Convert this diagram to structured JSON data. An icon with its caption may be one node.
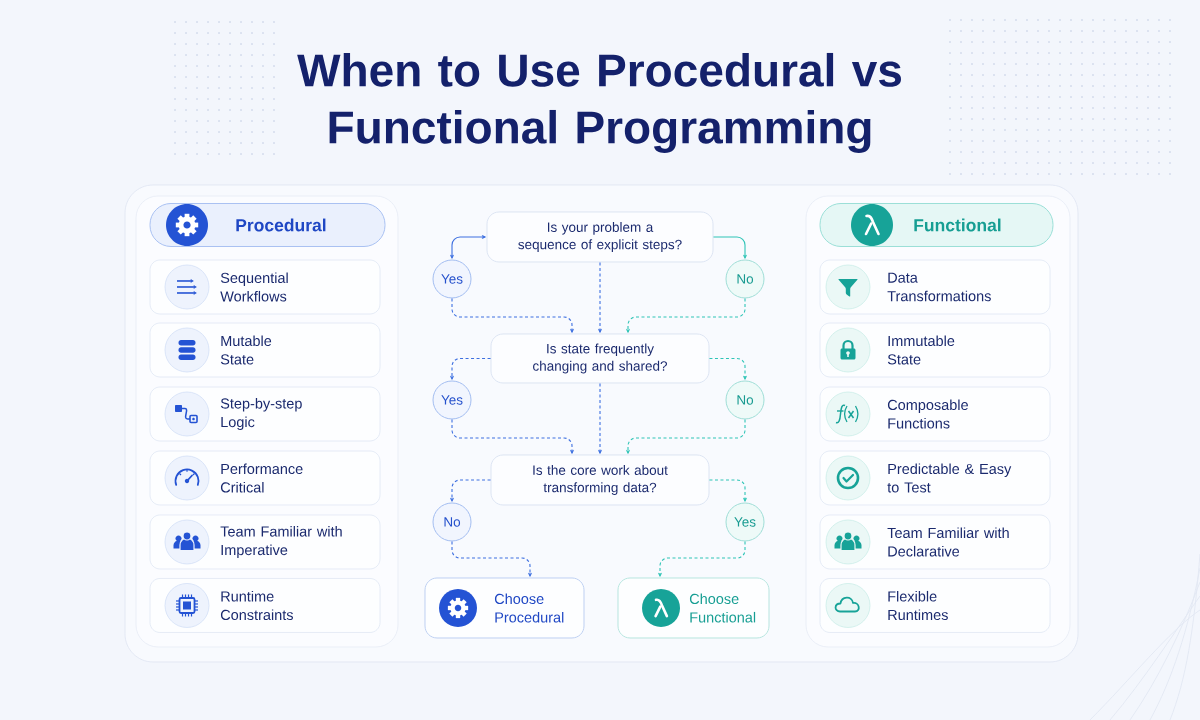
{
  "diagram": {
    "title": "When to Use Procedural vs Functional Programming",
    "nodes": [
      {
        "text": [
          "Procedural"
        ]
      },
      {
        "text": [
          "Sequential Workflows"
        ]
      },
      {
        "text": [
          "Mutable State"
        ]
      },
      {
        "text": [
          "Step-by-step Logic"
        ]
      },
      {
        "text": [
          "Performance Critical"
        ]
      },
      {
        "text": [
          "Team Familiar with Imperative"
        ]
      },
      {
        "text": [
          "Runtime Constraints"
        ]
      },
      {
        "text": [
          "Is your problem a sequence of explicit steps?"
        ]
      },
      {
        "text": [
          "Yes"
        ]
      },
      {
        "text": [
          "No"
        ]
      },
      {
        "text": [
          "Is state frequently changing and shared?"
        ]
      },
      {
        "text": [
          "Yes"
        ]
      },
      {
        "text": [
          "No"
        ]
      },
      {
        "text": [
          "Is the core work about transforming data?"
        ]
      },
      {
        "text": [
          "No"
        ]
      },
      {
        "text": [
          "Yes"
        ]
      },
      {
        "text": [
          "Choose Procedural"
        ]
      },
      {
        "text": [
          "Choose Functional"
        ]
      },
      {
        "text": [
          "Functional"
        ]
      },
      {
        "text": [
          "Data Transformations"
        ]
      },
      {
        "text": [
          "Immutable State"
        ]
      },
      {
        "text": [
          "Composable Functions"
        ]
      },
      {
        "text": [
          "Predictable & Easy to Test"
        ]
      },
      {
        "text": [
          "Team Familiar with Declarative"
        ]
      },
      {
        "text": [
          "Flexible Runtimes"
        ]
      }
    ],
    "edges": [
      {
        "from": 7,
        "to": 8,
        "arrow": "both"
      },
      {
        "from": 7,
        "to": 9,
        "arrow": "to",
        "color": "#2ec4b6"
      },
      {
        "from": 8,
        "to": 10,
        "arrow": "to",
        "style": "dashed"
      },
      {
        "from": 7,
        "to": 10,
        "arrow": "to",
        "style": "dashed"
      },
      {
        "from": 9,
        "to": 10,
        "arrow": "to",
        "style": "dashed",
        "color": "#2ec4b6"
      },
      {
        "from": 10,
        "to": 11,
        "arrow": "to",
        "style": "dashed"
      },
      {
        "from": 10,
        "to": 12,
        "arrow": "to",
        "style": "dashed",
        "color": "#2ec4b6"
      },
      {
        "from": 11,
        "to": 13,
        "arrow": "to",
        "style": "dashed"
      },
      {
        "from": 10,
        "to": 13,
        "arrow": "to",
        "style": "dashed"
      },
      {
        "from": 12,
        "to": 13,
        "arrow": "to",
        "style": "dashed",
        "color": "#2ec4b6"
      },
      {
        "from": 13,
        "to": 14,
        "arrow": "to",
        "style": "dashed"
      },
      {
        "from": 13,
        "to": 15,
        "arrow": "to",
        "style": "dashed",
        "color": "#2ec4b6"
      },
      {
        "from": 14,
        "to": 16,
        "arrow": "to",
        "style": "dashed"
      },
      {
        "from": 15,
        "to": 17,
        "arrow": "to",
        "style": "dashed",
        "color": "#2ec4b6"
      }
    ]
  }
}
